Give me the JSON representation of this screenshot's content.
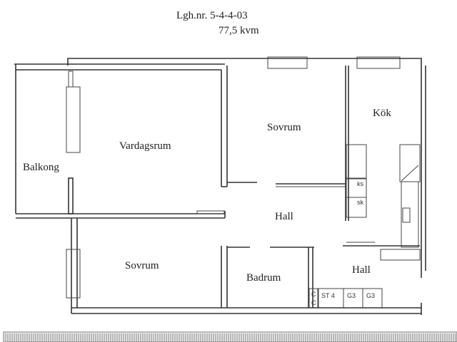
{
  "header": {
    "apartment_no": "Lgh.nr.  5-4-4-03",
    "area": "77,5 kvm"
  },
  "rooms": {
    "balcony": "Balkong",
    "living_room": "Vardagsrum",
    "bedroom_top": "Sovrum",
    "kitchen": "Kök",
    "hall_center": "Hall",
    "bedroom_bottom": "Sovrum",
    "bathroom": "Badrum",
    "hall_right": "Hall"
  },
  "fixtures": {
    "ks": "ks",
    "sk": "sk",
    "c1": "C",
    "c2": "C",
    "st4": "ST 4",
    "g3a": "G3",
    "g3b": "G3"
  }
}
